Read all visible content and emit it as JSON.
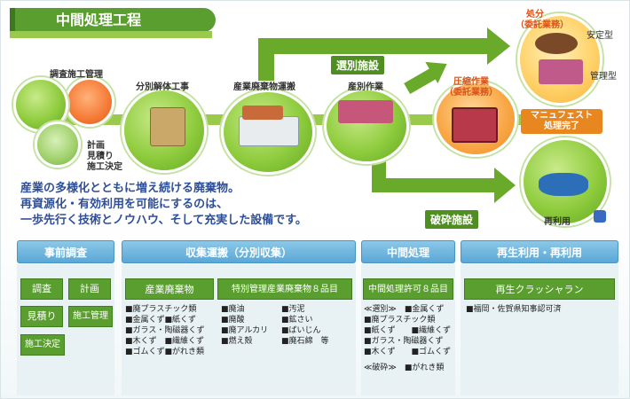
{
  "title": "中間処理工程",
  "process": {
    "survey_label": "調査施工管理",
    "survey_sub": [
      "計画",
      "見積り",
      "施工決定"
    ],
    "demolition_label": "分別解体工事",
    "transport_label": "産業廃棄物運搬",
    "sorting_label": "産別作業",
    "sorting_tag": "選別施設",
    "compress_label": "圧縮作業",
    "compress_sub": "（委託業務）",
    "disposal_label": "処分",
    "disposal_sub": "（委託業務）",
    "stable_label": "安定型",
    "managed_label": "管理型",
    "manifest_label": "マニュフェスト",
    "manifest_sub": "処理完了",
    "crush_tag": "破砕施設",
    "recycle_label": "再利用"
  },
  "tagline": [
    "産業の多様化とともに増え続ける廃棄物。",
    "再資源化・有効利用を可能にするのは、",
    "一歩先行く技術とノウハウ、そして充実した設備です。"
  ],
  "columns": {
    "pre_survey": {
      "head": "事前調査",
      "buttons": [
        "調査",
        "計画",
        "見積り",
        "施工管理",
        "施工決定"
      ]
    },
    "collection": {
      "head": "収集運搬（分別収集）",
      "sub1": "産業廃棄物",
      "sub2": "特別管理産業廃棄物８品目",
      "list1": [
        "■廃プラスチック類",
        "■金属くず■紙くず",
        "■ガラス・陶磁器くず",
        "■木くず　■繊維くず",
        "■ゴムくず■がれき類"
      ],
      "list2a": [
        "■廃油",
        "■廃酸",
        "■廃アルカリ",
        "■燃え殻"
      ],
      "list2b": [
        "■汚泥",
        "■鉱さい",
        "■ばいじん",
        "■廃石綿　等"
      ]
    },
    "intermediate": {
      "head": "中間処理",
      "sub": "中間処理許可８品目",
      "list": [
        "≪選別≫　■金属くず",
        "■廃プラスチック類",
        "■紙くず　　■繊維くず",
        "■ガラス・陶磁器くず",
        "■木くず　　■ゴムくず"
      ],
      "crush": "≪破砕≫　■がれき類"
    },
    "recycle": {
      "head": "再生利用・再利用",
      "sub": "再生クラッシャラン",
      "note": "■福岡・佐賀県知事認可済"
    }
  },
  "colors": {
    "green": "#5a9e2f",
    "blue_head": "#5aa7d6",
    "orange": "#f08a1e",
    "tagline": "#2d4f9a"
  }
}
